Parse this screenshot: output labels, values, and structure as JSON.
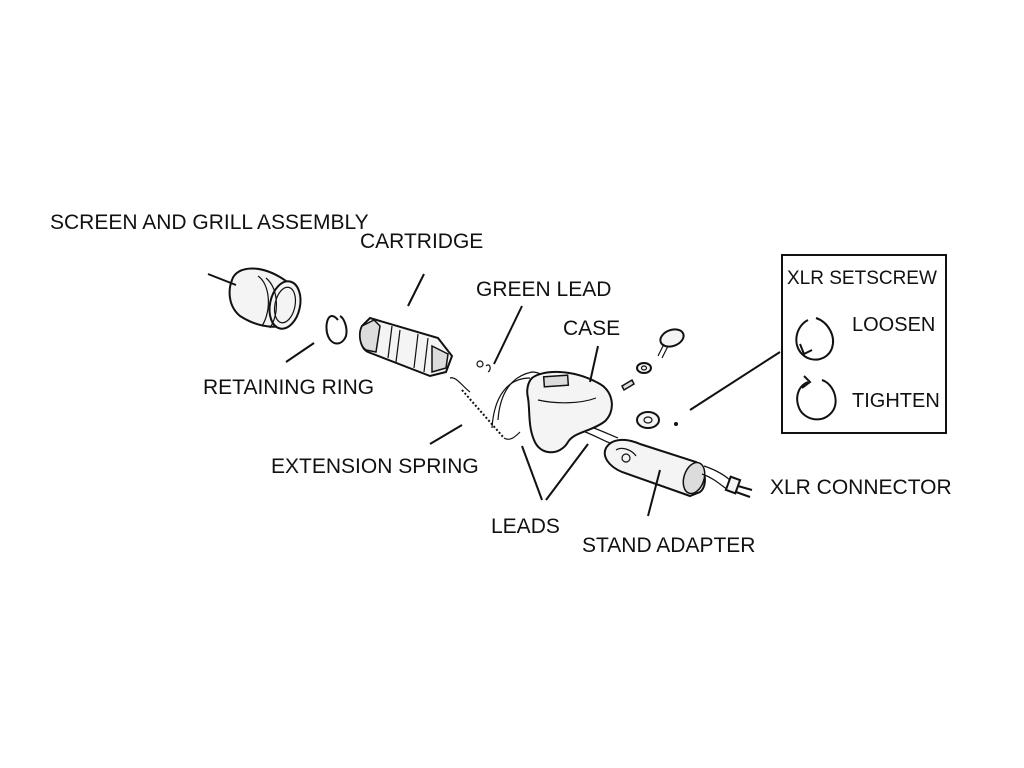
{
  "labels": {
    "screen_grill": "SCREEN AND GRILL ASSEMBLY",
    "cartridge": "CARTRIDGE",
    "green_lead": "GREEN LEAD",
    "case": "CASE",
    "retaining_ring": "RETAINING RING",
    "extension_spring": "EXTENSION SPRING",
    "leads": "LEADS",
    "stand_adapter": "STAND ADAPTER",
    "xlr_connector": "XLR CONNECTOR"
  },
  "inset": {
    "title": "XLR SETSCREW",
    "loosen": "LOOSEN",
    "tighten": "TIGHTEN"
  }
}
